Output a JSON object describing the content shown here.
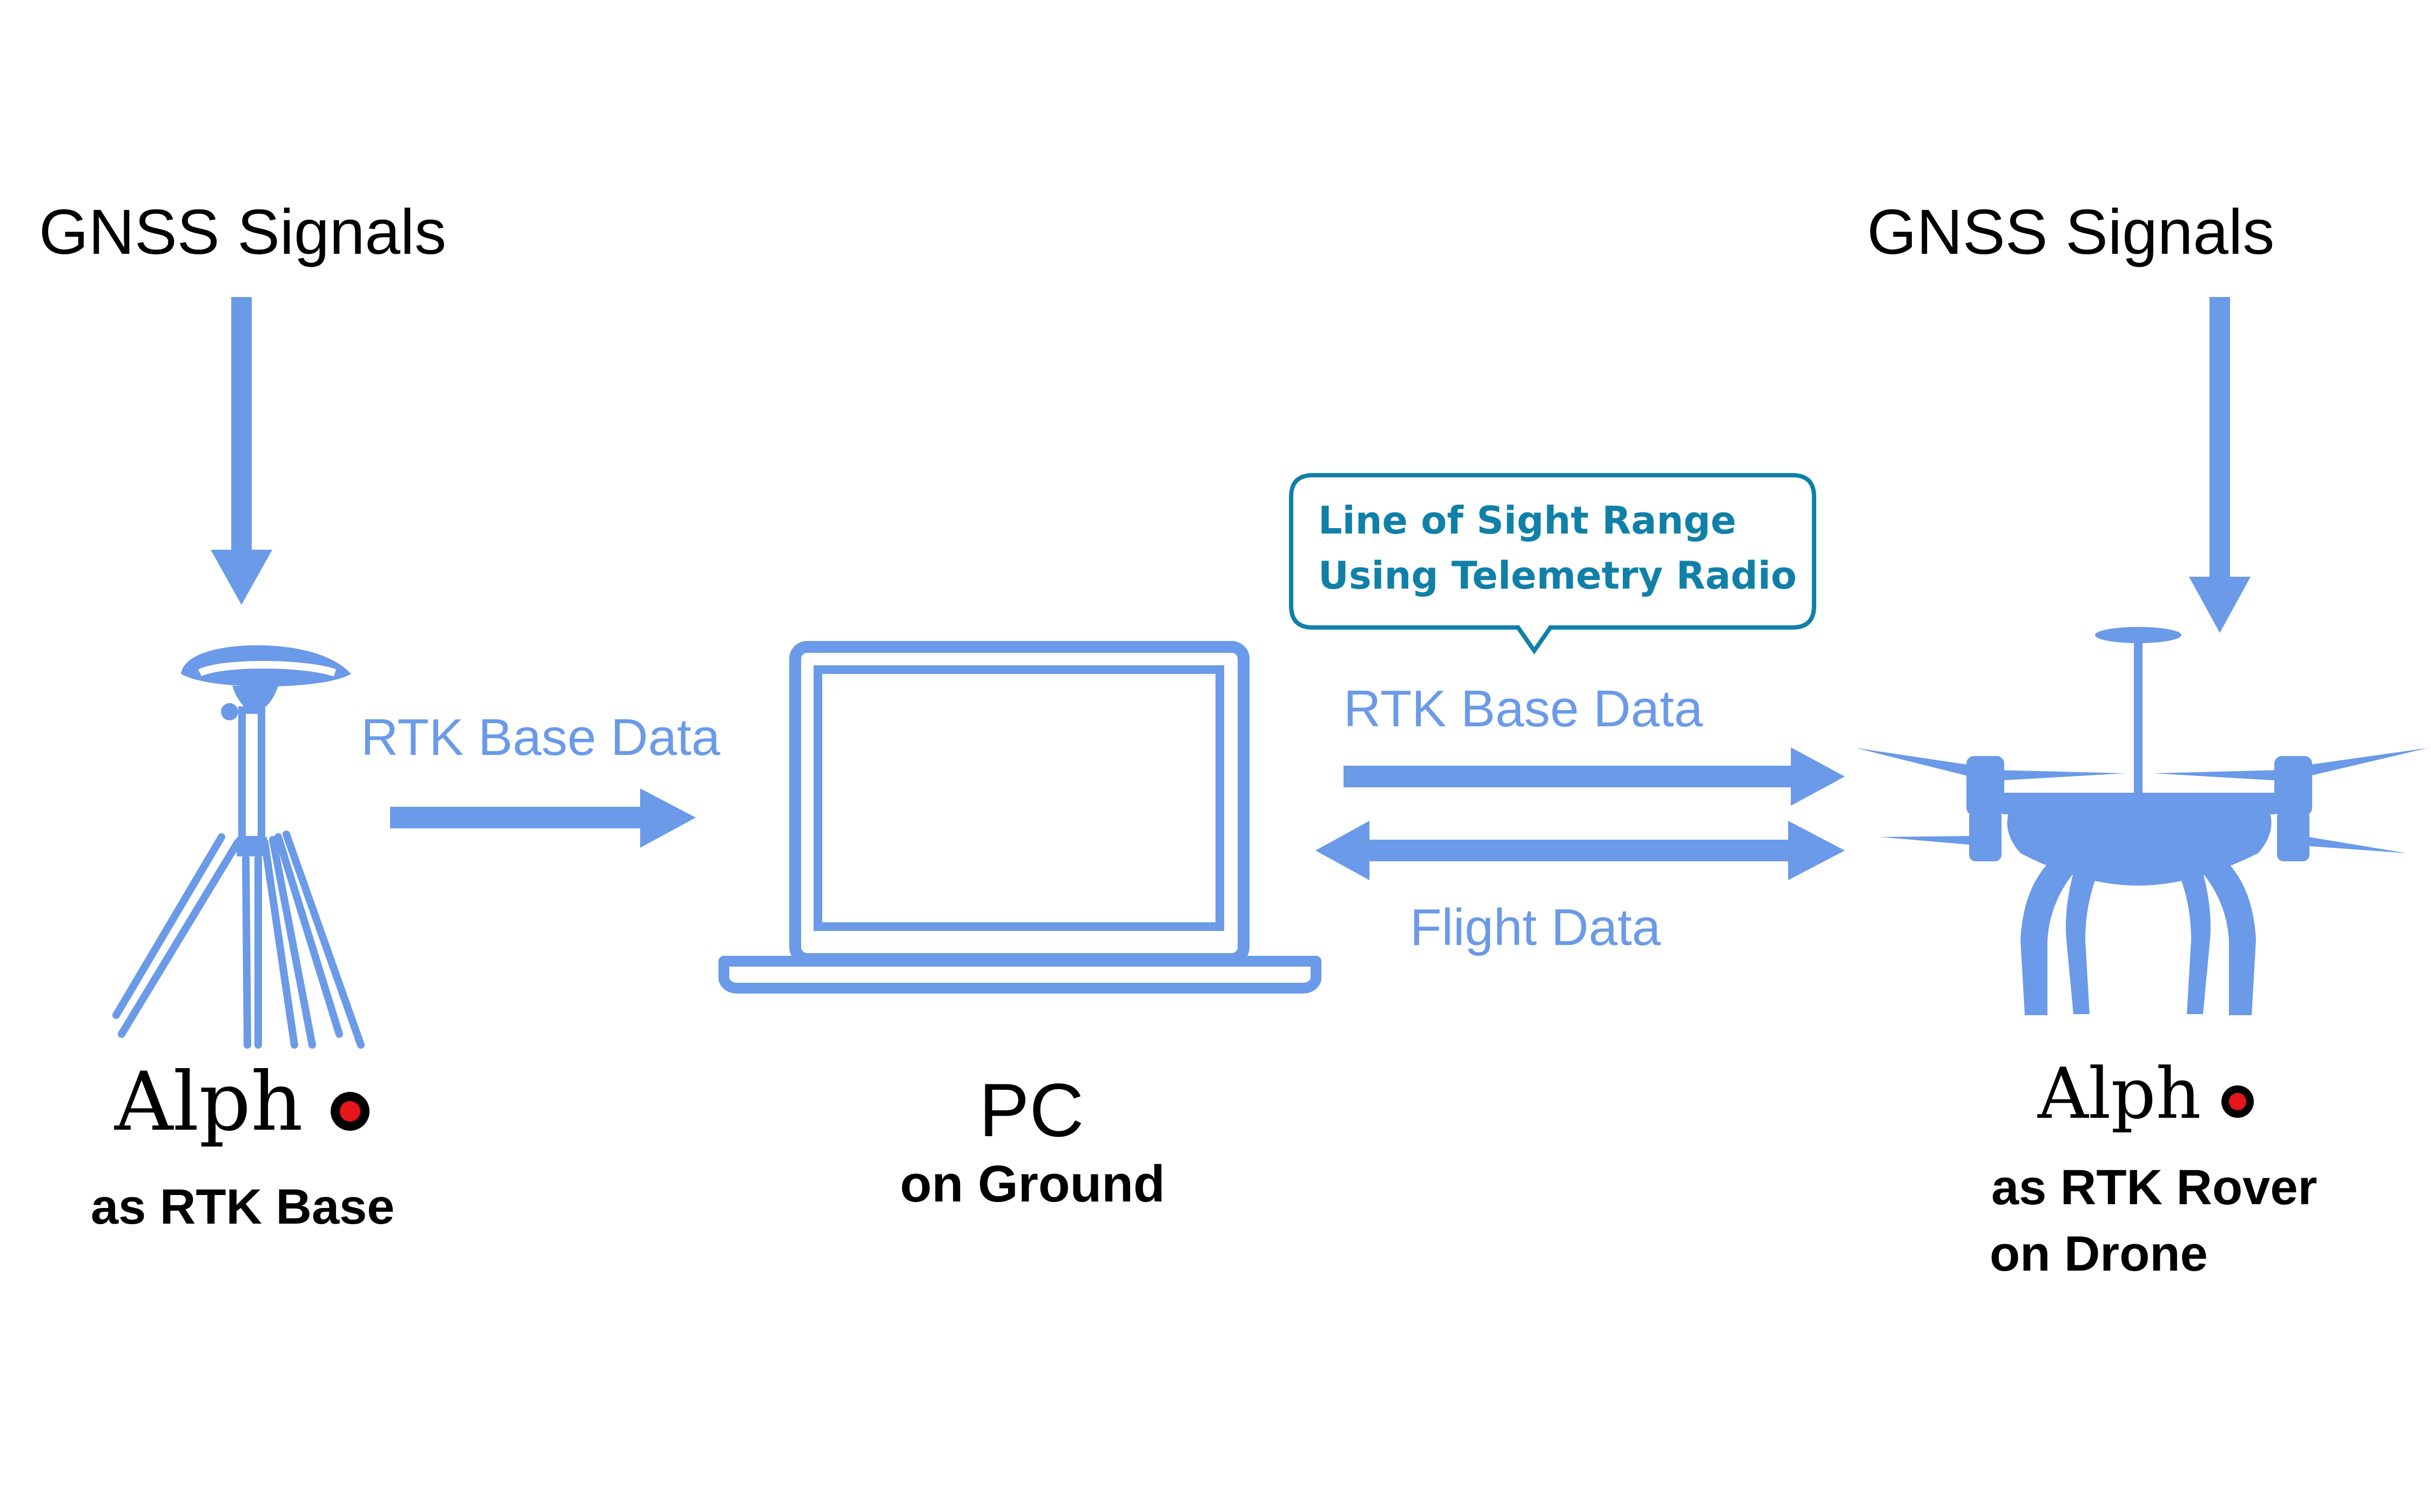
{
  "diagram": {
    "left": {
      "gnss_label": "GNSS Signals",
      "logo_text": "Alph",
      "caption": "as RTK Base"
    },
    "link_base_to_pc": {
      "label": "RTK Base Data"
    },
    "center": {
      "title": "PC",
      "caption": "on Ground"
    },
    "callout": {
      "line1": "Line of Sight Range",
      "line2": "Using Telemetry Radio"
    },
    "link_pc_to_drone": {
      "label_top": "RTK Base Data",
      "label_bottom": "Flight Data"
    },
    "right": {
      "gnss_label": "GNSS Signals",
      "logo_text": "Alph",
      "caption_line1": "as RTK Rover",
      "caption_line2": "on Drone"
    },
    "colors": {
      "accent_blue": "#6a9ae8",
      "callout_teal": "#1080a8",
      "logo_red": "#e8151b",
      "text_black": "#000000"
    },
    "icons": [
      "gnss-antenna-tripod-icon",
      "laptop-icon",
      "drone-icon"
    ]
  }
}
